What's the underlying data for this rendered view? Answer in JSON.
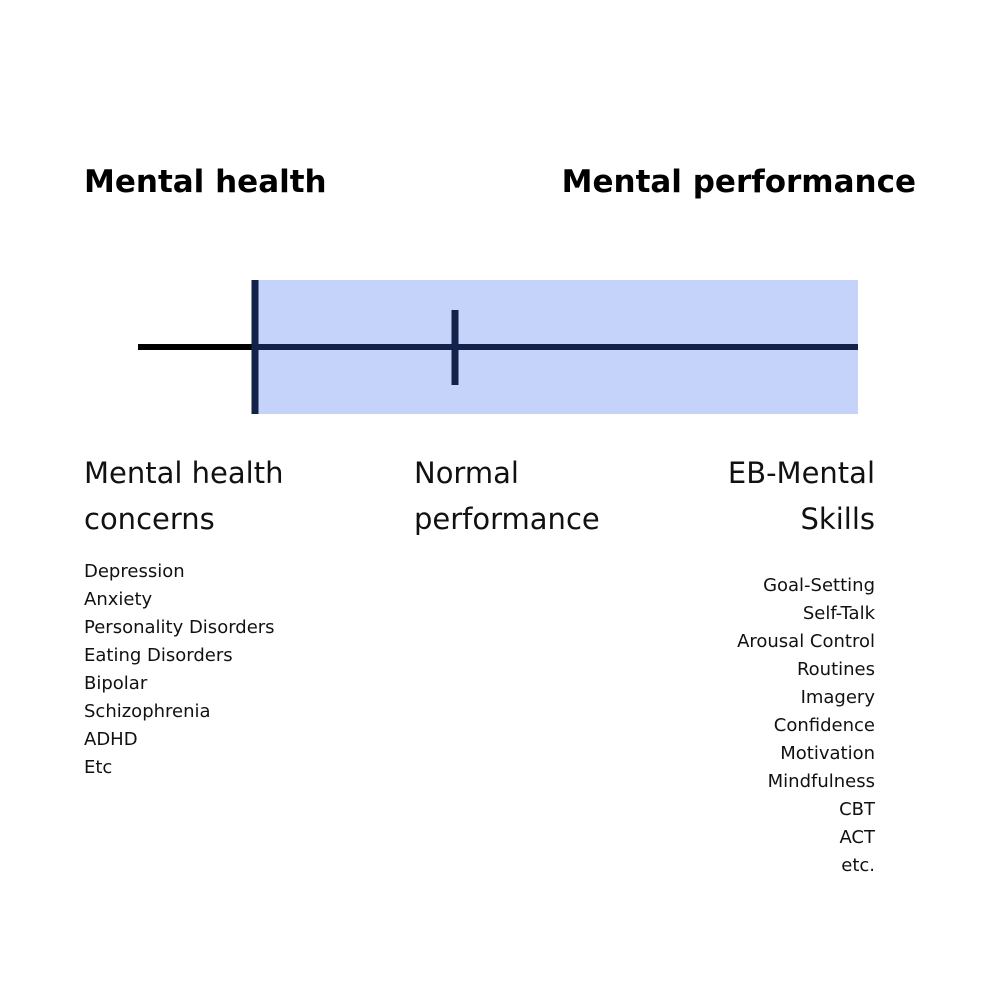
{
  "headings": {
    "left": "Mental health",
    "right": "Mental performance"
  },
  "colors": {
    "band": "#c5d3fb",
    "line": "#13224a",
    "left_line": "#000000",
    "text": "#111111"
  },
  "columns": {
    "left": {
      "label": "Mental health\nconcerns",
      "items": [
        "Depression",
        "Anxiety",
        "Personality Disorders",
        "Eating Disorders",
        "Bipolar",
        "Schizophrenia",
        "ADHD",
        "Etc"
      ]
    },
    "middle": {
      "label": "Normal\nperformance"
    },
    "right": {
      "label": "EB-Mental\nSkills",
      "items": [
        "Goal-Setting",
        "Self-Talk",
        "Arousal Control",
        "Routines",
        "Imagery",
        "Confidence",
        "Motivation",
        "Mindfulness",
        "CBT",
        "ACT",
        "etc."
      ]
    }
  }
}
